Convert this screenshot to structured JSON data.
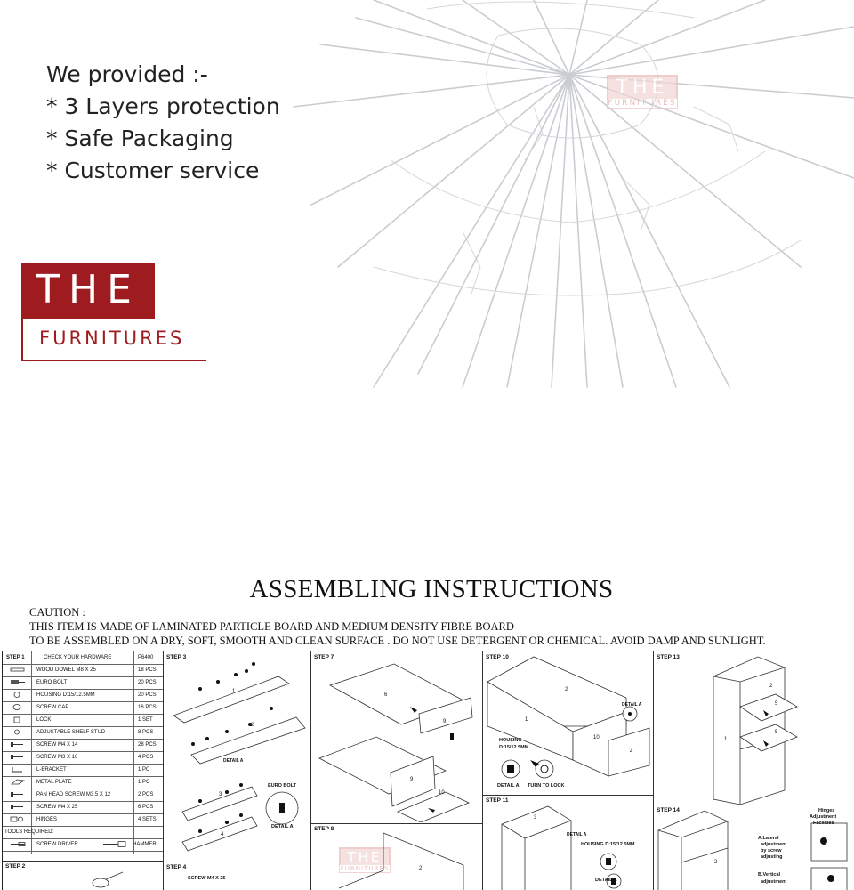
{
  "promo": {
    "lines": [
      "We provided :-",
      "* 3 Layers protection",
      "* Safe Packaging",
      "* Customer service"
    ]
  },
  "logo": {
    "the": "THE",
    "furnitures": "FURNITURES"
  },
  "watermark": {
    "the": "THE",
    "furnitures": "FURNITURES"
  },
  "colors": {
    "brand_red": "#9e1b1f",
    "crack_gray": "#c9cdd2"
  },
  "instructions": {
    "title": "ASSEMBLING INSTRUCTIONS",
    "caution_label": "CAUTION :",
    "caution_line1": "THIS ITEM IS MADE OF LAMINATED PARTICLE BOARD AND MEDIUM DENSITY FIBRE BOARD",
    "caution_line2": "TO BE ASSEMBLED ON A DRY, SOFT, SMOOTH AND CLEAN SURFACE . DO NOT USE DETERGENT OR  CHEMICAL. AVOID DAMP AND SUNLIGHT."
  },
  "hardware": {
    "step": "STEP 1",
    "header": "CHECK YOUR HARDWARE",
    "code": "P6400",
    "items": [
      {
        "name": "WOOD DOWEL M8 X 25",
        "qty": "18 PCS"
      },
      {
        "name": "EURO BOLT",
        "qty": "20 PCS"
      },
      {
        "name": "HOUSING D:15/12.5MM",
        "qty": "20 PCS"
      },
      {
        "name": "SCREW CAP",
        "qty": "16 PCS"
      },
      {
        "name": "LOCK",
        "qty": "1 SET"
      },
      {
        "name": "ADJUSTABLE SHELF STUD",
        "qty": "8 PCS"
      },
      {
        "name": "SCREW M4 X 14",
        "qty": "28 PCS"
      },
      {
        "name": "SCREW M3 X 16",
        "qty": "4 PCS"
      },
      {
        "name": "L-BRACKET",
        "qty": "1 PC"
      },
      {
        "name": "METAL PLATE",
        "qty": "1 PC"
      },
      {
        "name": "PAN HEAD SCREW M3.5 X 12",
        "qty": "2 PCS"
      },
      {
        "name": "SCREW M4 X 25",
        "qty": "6 PCS"
      },
      {
        "name": "HINGES",
        "qty": "4 SETS"
      }
    ],
    "tools_label": "TOOLS REQUIRED:",
    "tool1": "SCREW DRIVER",
    "tool2": "HAMMER"
  },
  "steps": {
    "s2": "STEP 2",
    "s3": "STEP 3",
    "s4": "STEP 4",
    "s7": "STEP 7",
    "s8": "STEP 8",
    "s10": "STEP 10",
    "s11": "STEP 11",
    "s13": "STEP 13",
    "s14": "STEP 14"
  },
  "labels": {
    "detail_a": "DETAIL A",
    "euro_bolt": "EURO BOLT",
    "housing": "HOUSING",
    "housing_d": "D:15/12.5MM",
    "turn_to_lock": "TURN TO LOCK",
    "housing_d2": "HOUSING D:15/12.5MM",
    "screw_m4x25": "SCREW M4 X 25",
    "hinges_adj1": "Hinges",
    "hinges_adj2": "Adjustment",
    "hinges_adj3": "Facilities",
    "lat1": "A.Lateral",
    "lat2": "adjustment",
    "lat3": "by screw",
    "lat4": "adjusting",
    "vert1": "B.Vertical",
    "vert2": "adjustment"
  },
  "part_numbers": {
    "p1": "1",
    "p2": "2",
    "p3": "3",
    "p4": "4",
    "p5": "5",
    "p6": "6",
    "p9": "9",
    "p10": "10"
  }
}
